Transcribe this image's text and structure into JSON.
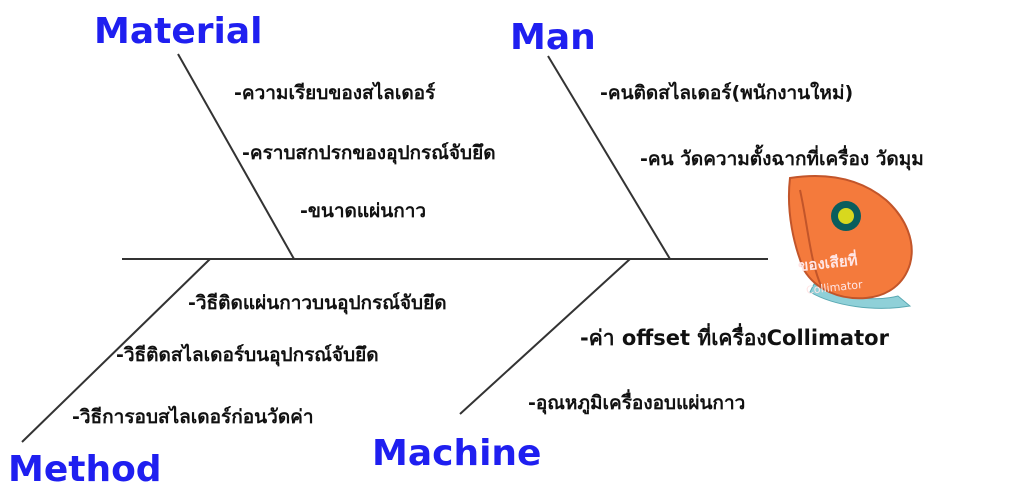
{
  "colors": {
    "category_text": "#1f1ff0",
    "cause_text": "#111111",
    "bone_line": "#333333",
    "fish_head_fill": "#f47a3c",
    "fish_head_shadow": "#8fd0d8",
    "eye_outer": "#0a5d5d",
    "eye_inner": "#d8d81e",
    "head_label_color": "#ffe6e6"
  },
  "categories": {
    "material": "Material",
    "man": "Man",
    "method": "Method",
    "machine": "Machine"
  },
  "causes": {
    "material": [
      "-ความเรียบของสไลเดอร์",
      "-คราบสกปรกของอุปกรณ์จับยึด",
      "-ขนาดแผ่นกาว"
    ],
    "man": [
      "-คนติดสไลเดอร์(พนักงานใหม่)",
      "-คน วัดความตั้งฉากที่เครื่อง วัดมุม"
    ],
    "method": [
      "-วิธีติดแผ่นกาวบนอุปกรณ์จับยึด",
      "-วิธีติดสไลเดอร์บนอุปกรณ์จับยึด",
      "-วิธีการอบสไลเดอร์ก่อนวัดค่า"
    ],
    "machine": [
      "-ค่า offset  ที่เครื่องCollimator",
      "-อุณหภูมิเครื่องอบแผ่นกาว"
    ]
  },
  "head": {
    "label_line1": "ของเสียที่",
    "label_line2": "Collimator",
    "icon": "fish-head-icon"
  }
}
